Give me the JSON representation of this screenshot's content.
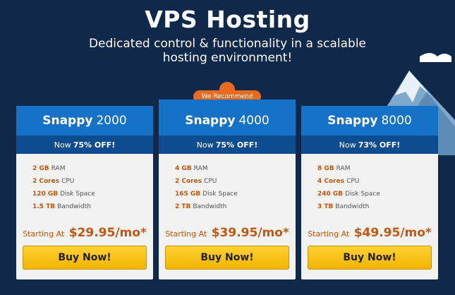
{
  "header": {
    "title": "VPS Hosting",
    "subtitle": "Dedicated control & functionality in a scalable hosting environment!"
  },
  "badge": {
    "recommend_label": "We Recommend"
  },
  "plans": [
    {
      "brand": "Snappy",
      "tier": "2000",
      "deal_prefix": "Now",
      "deal_pct": "75% OFF!",
      "features": [
        {
          "hi": "2 GB",
          "text": "RAM"
        },
        {
          "hi": "2 Cores",
          "text": "CPU"
        },
        {
          "hi": "120 GB",
          "text": "Disk Space"
        },
        {
          "hi": "1.5 TB",
          "text": "Bandwidth"
        }
      ],
      "price_label": "Starting At",
      "price": "$29.95/mo*",
      "buy_label": "Buy Now!"
    },
    {
      "brand": "Snappy",
      "tier": "4000",
      "deal_prefix": "Now",
      "deal_pct": "75% OFF!",
      "features": [
        {
          "hi": "4 GB",
          "text": "RAM"
        },
        {
          "hi": "2 Cores",
          "text": "CPU"
        },
        {
          "hi": "165 GB",
          "text": "Disk Space"
        },
        {
          "hi": "2 TB",
          "text": "Bandwidth"
        }
      ],
      "price_label": "Starting At",
      "price": "$39.95/mo*",
      "buy_label": "Buy Now!"
    },
    {
      "brand": "Snappy",
      "tier": "8000",
      "deal_prefix": "Now",
      "deal_pct": "73% OFF!",
      "features": [
        {
          "hi": "8 GB",
          "text": "RAM"
        },
        {
          "hi": "4 Cores",
          "text": "CPU"
        },
        {
          "hi": "240 GB",
          "text": "Disk Space"
        },
        {
          "hi": "3 TB",
          "text": "Bandwidth"
        }
      ],
      "price_label": "Starting At",
      "price": "$49.95/mo*",
      "buy_label": "Buy Now!"
    }
  ],
  "colors": {
    "background": "#10294a",
    "plan_header": "#1572c6",
    "deal_bar": "#0d4c8e",
    "accent_orange": "#c4570d",
    "buy_button": "#f3b400",
    "badge": "#e86b1f"
  }
}
